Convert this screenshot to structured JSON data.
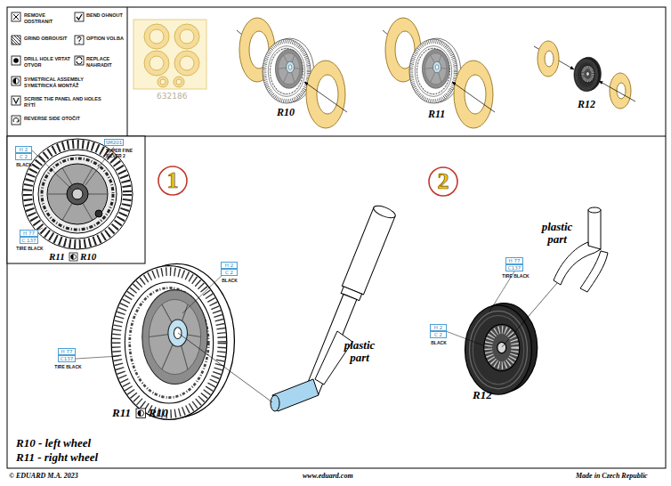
{
  "diagram": {
    "nodes": [
      {
        "text": [
          "SM201",
          "SUPER FINE SILVER 2"
        ]
      },
      {
        "text": [
          "H 2"
        ]
      },
      {
        "text": [
          "C 2",
          "BLACK"
        ]
      },
      {
        "text": [
          "1"
        ]
      },
      {
        "text": [
          "2"
        ]
      },
      {
        "text": [
          "H 77"
        ]
      },
      {
        "text": [
          "C 137",
          "TIRE BLACK"
        ]
      },
      {
        "text": [
          "H 77"
        ]
      },
      {
        "text": [
          "C137",
          "TIRE BLACK"
        ]
      },
      {
        "text": [
          "H 2"
        ]
      },
      {
        "text": [
          "C 2",
          "BLACK"
        ]
      },
      {
        "text": [
          "H 2"
        ]
      },
      {
        "text": [
          "C 2",
          "BLACK"
        ]
      },
      {
        "text": [
          "H 77"
        ]
      },
      {
        "text": [
          "C137",
          "TIRE BLACK"
        ]
      }
    ],
    "labels": [
      "632186",
      "R10",
      "R11",
      "R12",
      "R11",
      "R10",
      "R11",
      "R10",
      "plastic part",
      "plastic part",
      "R12",
      "R10 - left wheel",
      "R11 - right wheel",
      "© EDUARD M.A. 2023",
      "www.eduard.com",
      "Made in Czech Republic"
    ],
    "legend": [
      {
        "text": "REMOVE ODSTRANIT"
      },
      {
        "text": "BEND OHNOUT"
      },
      {
        "text": "GRIND OBROUSIT"
      },
      {
        "text": "OPTION VOLBA"
      },
      {
        "text": "DRILL HOLE VRTAT OTVOR"
      },
      {
        "text": "REPLACE NAHRADIT"
      },
      {
        "text": "SYMETRICAL ASSEMBLY SYMETRICKÁ MONTÁŽ"
      },
      {
        "text": "SCRIBE THE PANEL AND HOLES RÝTÍ"
      },
      {
        "text": "REVERSE SIDE OTOČIT"
      }
    ]
  }
}
